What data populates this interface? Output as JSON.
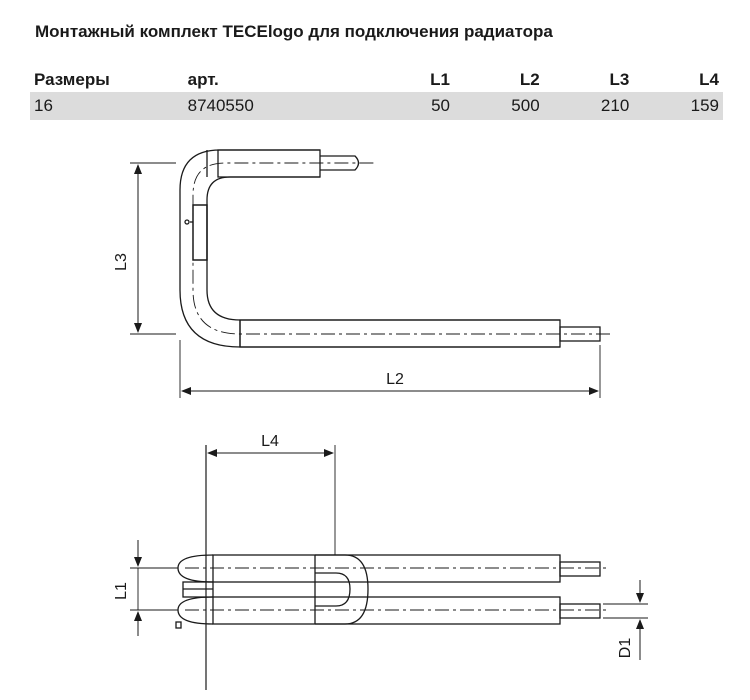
{
  "title": "Монтажный комплект TECElogo для подключения радиатора",
  "table": {
    "headers": [
      "Размеры",
      "арт.",
      "L1",
      "L2",
      "L3",
      "L4"
    ],
    "rows": [
      [
        "16",
        "8740550",
        "50",
        "500",
        "210",
        "159"
      ]
    ]
  },
  "drawing": {
    "labels": {
      "l1": "L1",
      "l2": "L2",
      "l3": "L3",
      "l4": "L4",
      "d1": "D1"
    }
  }
}
